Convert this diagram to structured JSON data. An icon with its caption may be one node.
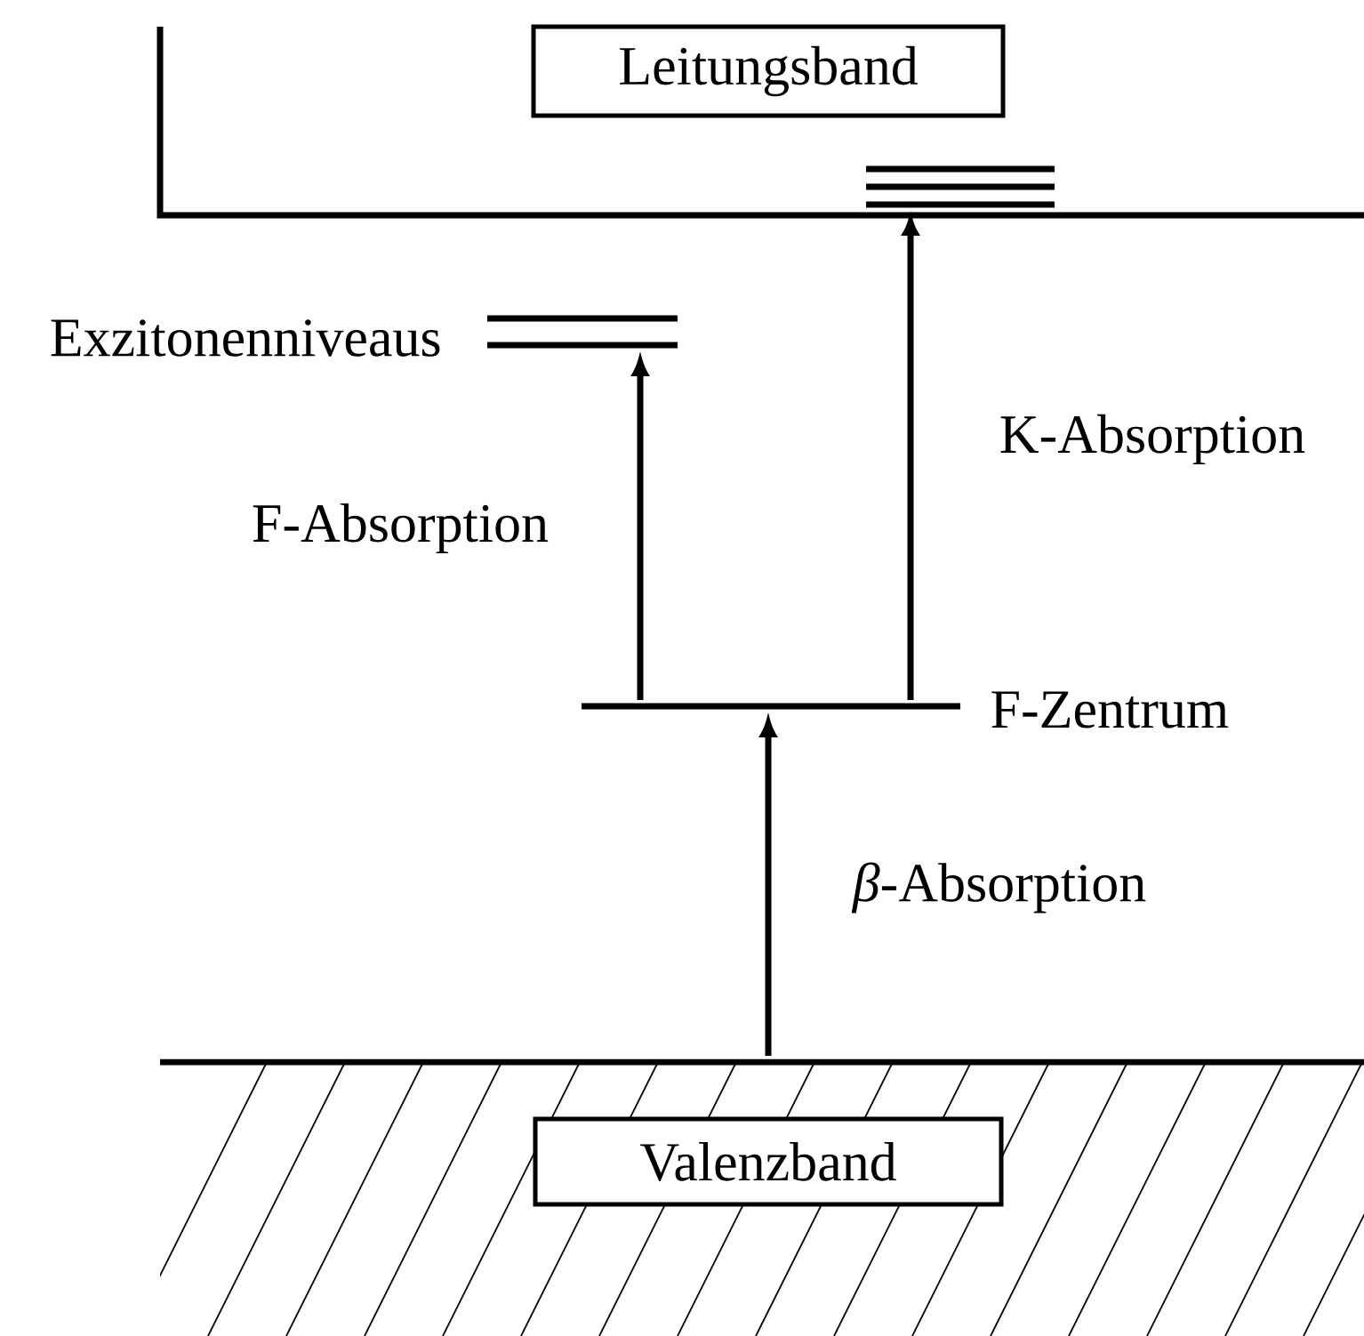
{
  "diagram": {
    "nodes": [
      {
        "text": [
          "Leitungsband"
        ]
      },
      {
        "text": [],
        "shape": "bar",
        "beside": [
          "Exzitonenniveaus"
        ]
      },
      {
        "text": [],
        "shape": "bar",
        "beside": [
          "F-Zentrum"
        ]
      },
      {
        "text": [],
        "shape": "bar"
      },
      {
        "text": [],
        "shape": "bar"
      },
      {
        "text": [
          "Valenzband"
        ]
      }
    ],
    "edges": [
      {
        "from": 2,
        "to": 1,
        "arrow": "to",
        "label": "F-Absorption"
      },
      {
        "from": 2,
        "to": 3,
        "arrow": "to",
        "label": "K-Absorption"
      },
      {
        "from": 4,
        "to": 2,
        "arrow": "to",
        "label": "*β*-Absorption"
      }
    ]
  }
}
